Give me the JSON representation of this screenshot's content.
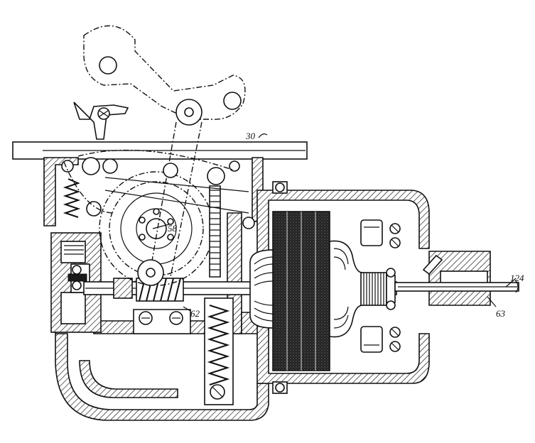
{
  "figure": {
    "labels": {
      "housing_top": "30",
      "hub": "58",
      "worm_gear": "62",
      "motor_shaft_sleeve": "63",
      "output_shaft": "124"
    },
    "ink_color": "#111111",
    "background_color": "#ffffff"
  }
}
